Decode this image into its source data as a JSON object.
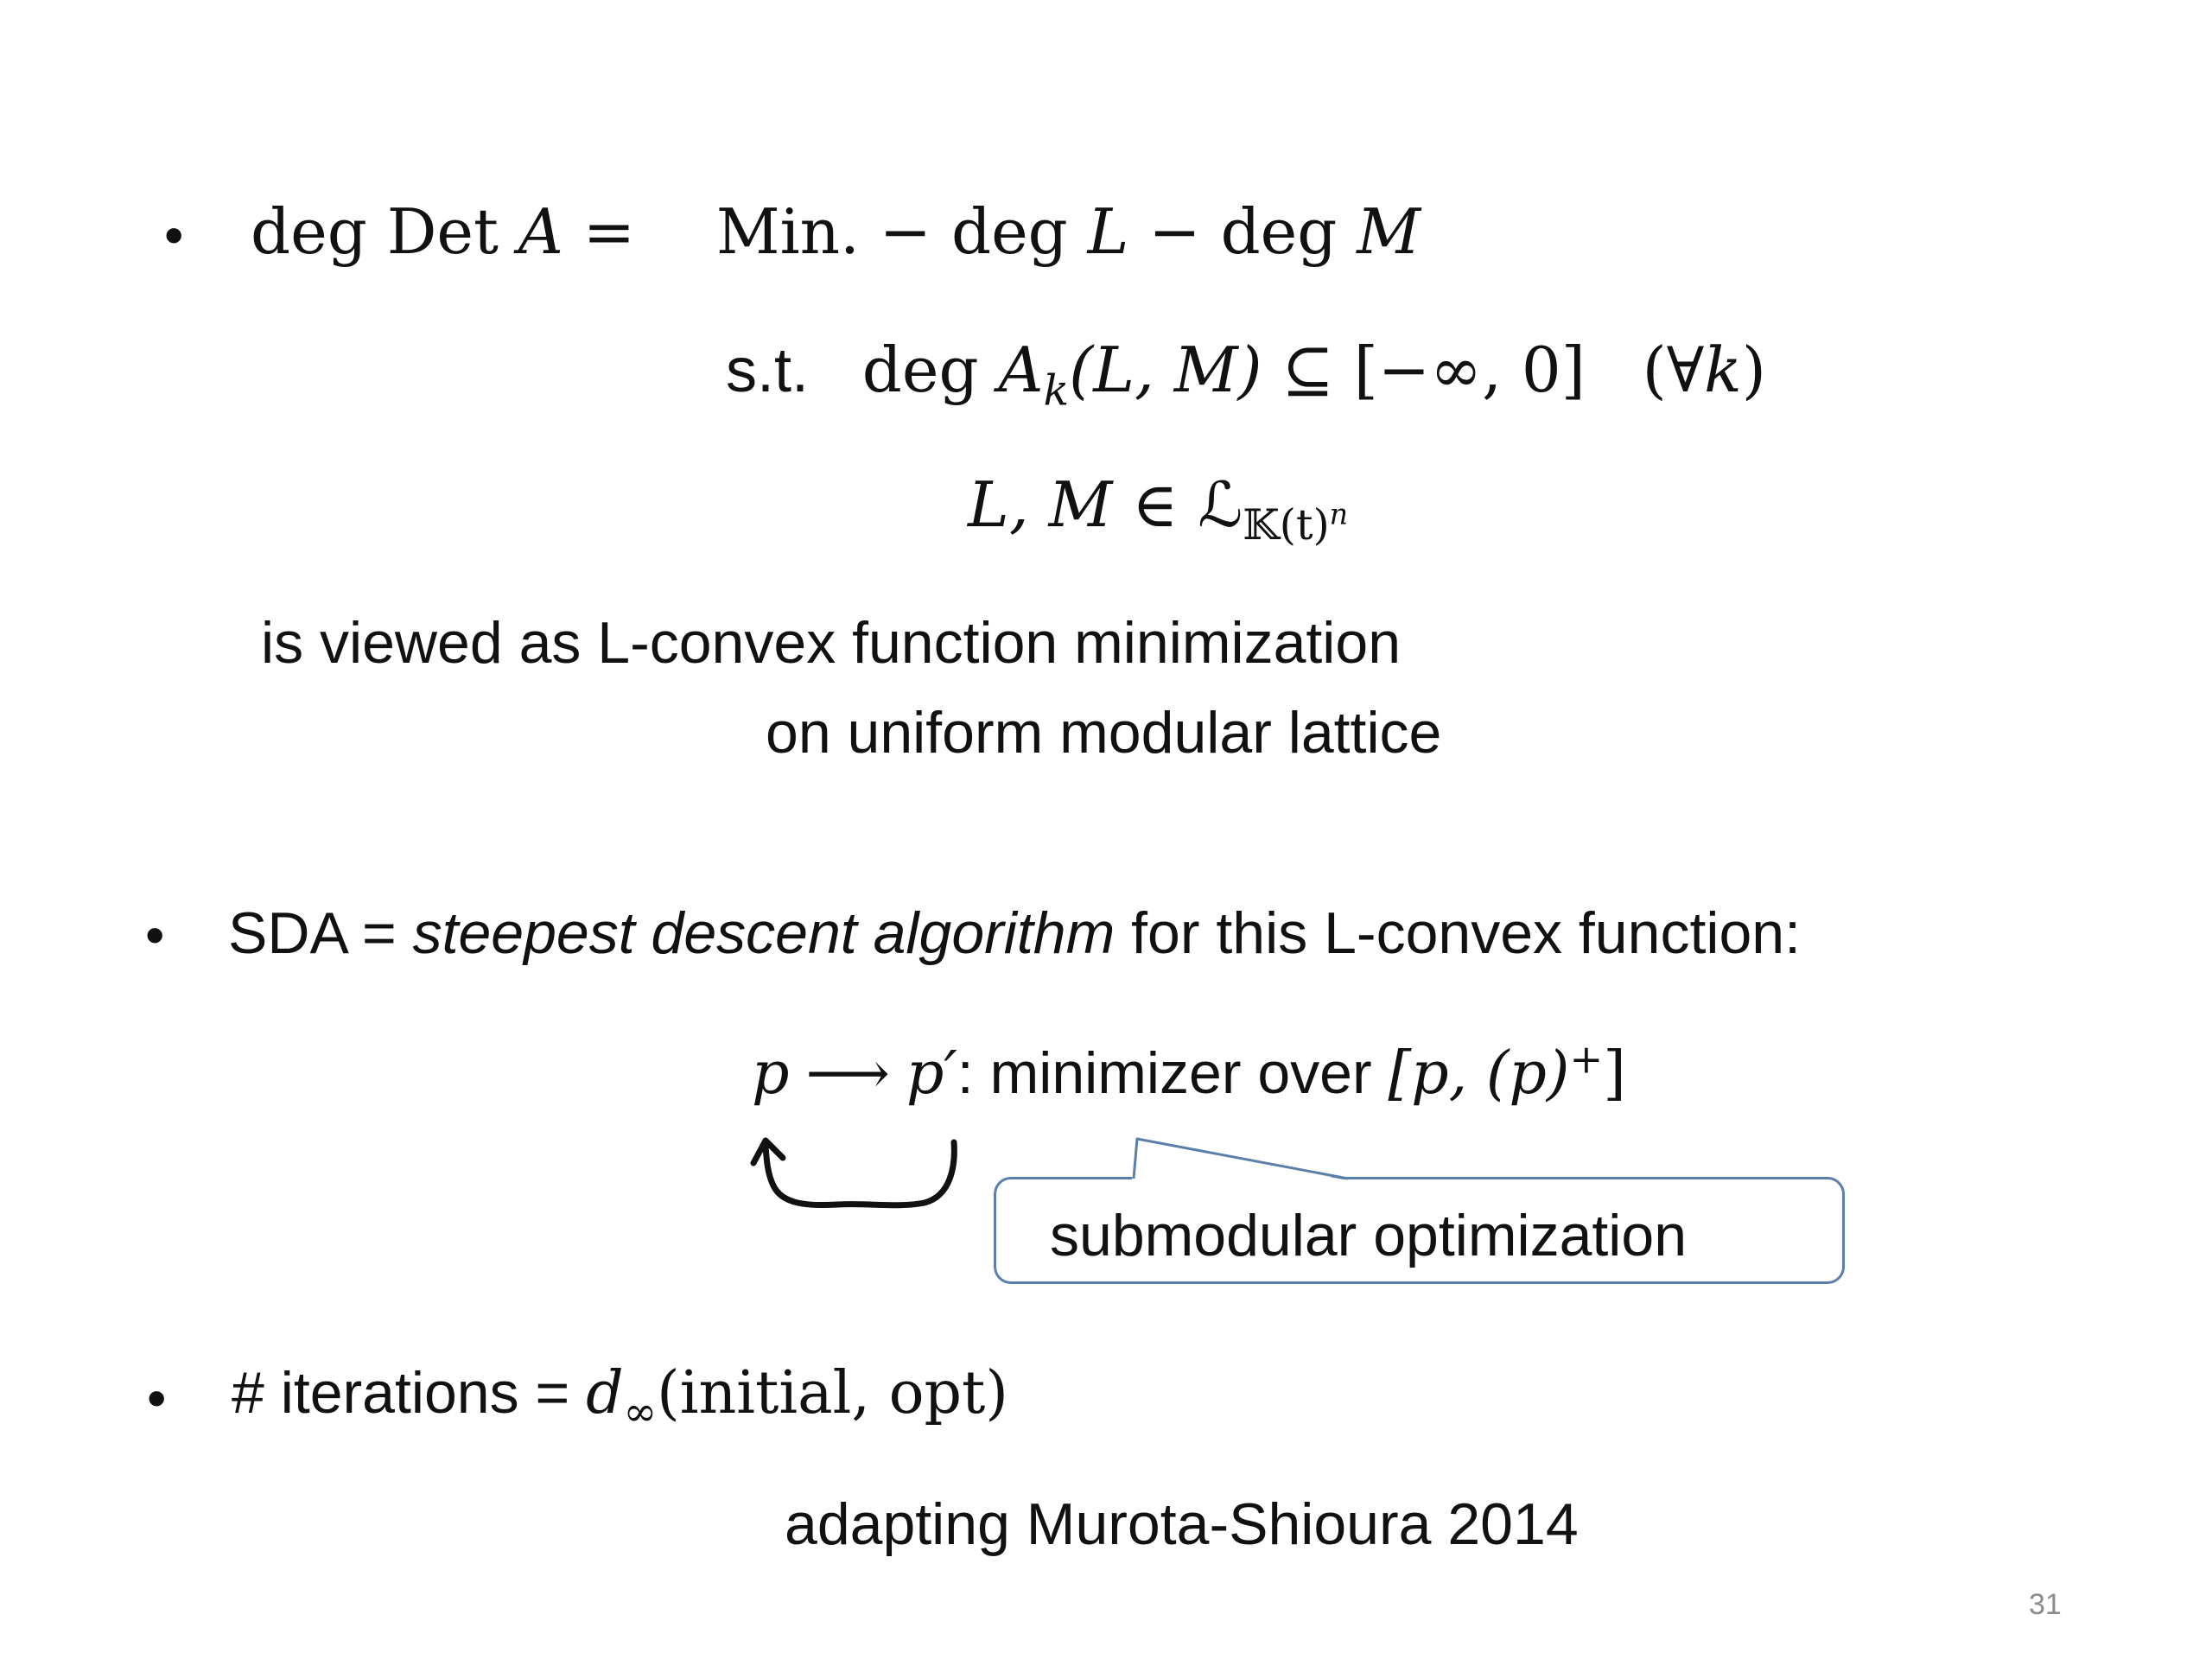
{
  "bullets": {
    "b1": "•",
    "b2": "•",
    "b3": "•"
  },
  "line1": {
    "deg": "deg",
    "det": "Det",
    "A": "A",
    "eq": "=",
    "min": "Min.",
    "minus1": "−",
    "deg2": "deg",
    "L": "L",
    "minus2": "−",
    "deg3": "deg",
    "M": "M"
  },
  "line2": {
    "st": "s.t.",
    "deg": "deg",
    "A": "A",
    "k": "k",
    "args": "(L, M)",
    "subseteq": "⊆",
    "interval": "[−∞, 0]",
    "forall": "(∀",
    "k2": "k",
    "close": ")"
  },
  "line3": {
    "LM": "L, M",
    "in": "∈",
    "calL": "ℒ",
    "sub_base": "𝕂(t)",
    "sub_sup": "n"
  },
  "text_viewed_1": "is viewed as L-convex function minimization",
  "text_viewed_2": "on uniform modular lattice",
  "sda": {
    "prefix": "SDA = ",
    "italic": "steepest descent algorithm",
    "suffix": " for this L-convex function:"
  },
  "update": {
    "p": "p",
    "arrow": "⟶",
    "p_prime": "p′",
    "text": ": minimizer over ",
    "interval": "[p, (p)",
    "plus": "+",
    "close": "]"
  },
  "callout": {
    "label": "submodular optimization"
  },
  "iterations": {
    "prefix": "# iterations = ",
    "d": "d",
    "inf": "∞",
    "args": "(initial, opt)"
  },
  "reference": "adapting Murota-Shioura 2014",
  "page_number": "31",
  "colors": {
    "text": "#111111",
    "callout_border": "#5a7fa8",
    "page_number": "#8a8a8a"
  }
}
